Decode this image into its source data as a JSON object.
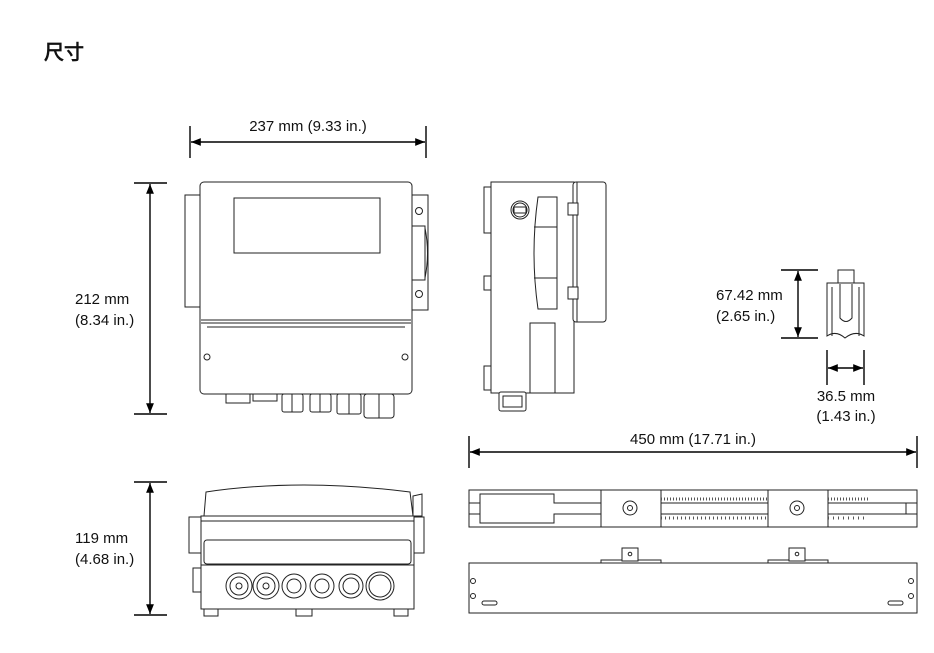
{
  "title": "尺寸",
  "dimensions": {
    "width": {
      "mm": "237 mm (9.33 in.)"
    },
    "height": {
      "mm": "212 mm",
      "in": "(8.34 in.)"
    },
    "depth": {
      "mm": "119 mm",
      "in": "(4.68 in.)"
    },
    "sensor_height": {
      "mm": "67.42 mm",
      "in": "(2.65 in.)"
    },
    "sensor_width": {
      "mm": "36.5 mm",
      "in": "(1.43 in.)"
    },
    "rail_length": {
      "mm": "450 mm (17.71 in.)"
    }
  }
}
